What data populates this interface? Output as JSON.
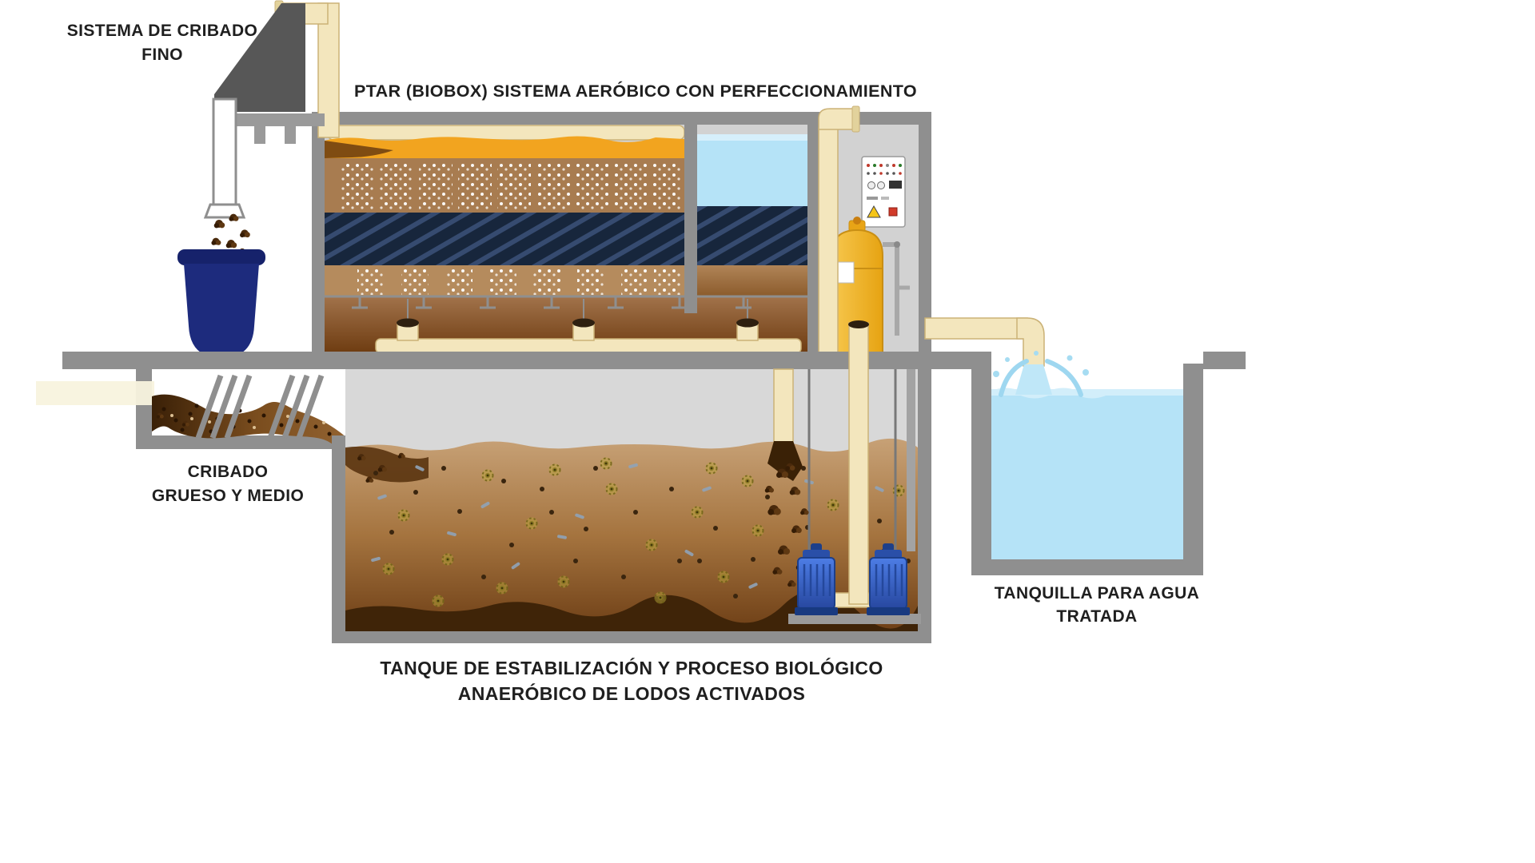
{
  "labels": {
    "ptar_title": "PTAR (BIOBOX) SISTEMA AERÓBICO CON PERFECCIONAMIENTO",
    "fine_screening": {
      "line1": "SISTEMA DE CRIBADO",
      "line2": "FINO"
    },
    "coarse_screening": {
      "line1": "CRIBADO",
      "line2": "GRUESO Y MEDIO"
    },
    "treated_water_tank": {
      "line1": "TANQUILLA PARA AGUA",
      "line2": "TRATADA"
    },
    "stabilization_tank": {
      "line1": "TANQUE DE ESTABILIZACIÓN Y PROCESO BIOLÓGICO",
      "line2": "ANAERÓBICO DE LODOS ACTIVADOS"
    }
  },
  "palette": {
    "structure_gray": "#8f8f8f",
    "interior_gray": "#d2d2d2",
    "pipe_cream": "#f3e6bd",
    "influent_orange": "#f2a41f",
    "media_brown": "#a87c50",
    "lamella_navy": "#17263c",
    "water_blue": "#b5e3f7",
    "bucket_navy": "#1d2b7d",
    "sludge_brown": "#3f2408",
    "equipment_yellow": "#f0b42c",
    "pump_blue": "#2f62c9"
  }
}
